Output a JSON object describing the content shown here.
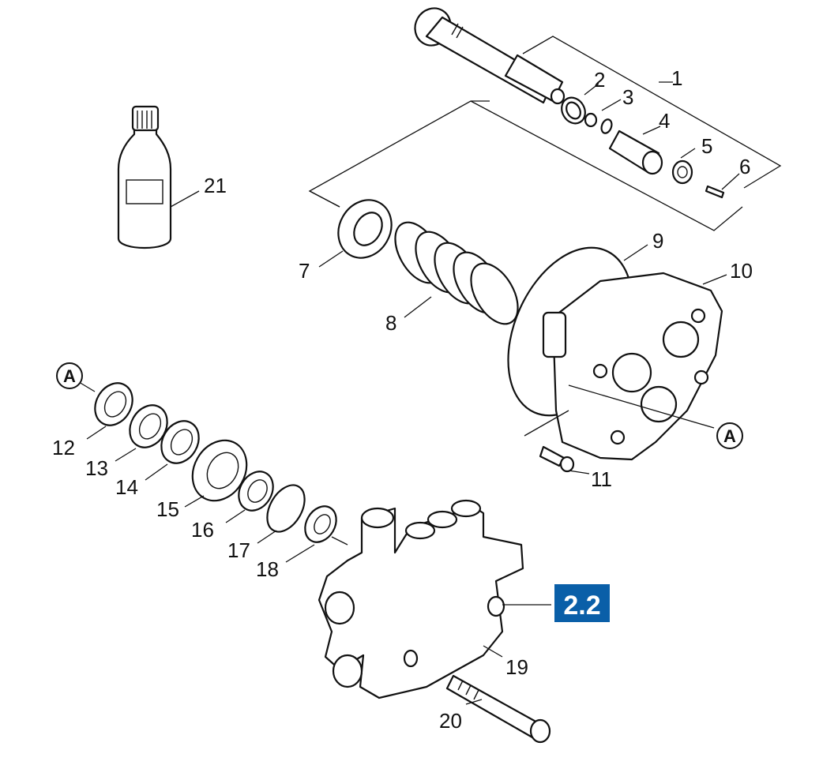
{
  "diagram": {
    "callouts": {
      "n1": "1",
      "n2": "2",
      "n3": "3",
      "n4": "4",
      "n5": "5",
      "n6": "6",
      "n7": "7",
      "n8": "8",
      "n9": "9",
      "n10": "10",
      "n11": "11",
      "n12": "12",
      "n13": "13",
      "n14": "14",
      "n15": "15",
      "n16": "16",
      "n17": "17",
      "n18": "18",
      "n19": "19",
      "n20": "20",
      "n21": "21"
    },
    "reference_marker": "A",
    "group_badge": {
      "label": "2.2",
      "color": "#0a5fa8"
    }
  }
}
